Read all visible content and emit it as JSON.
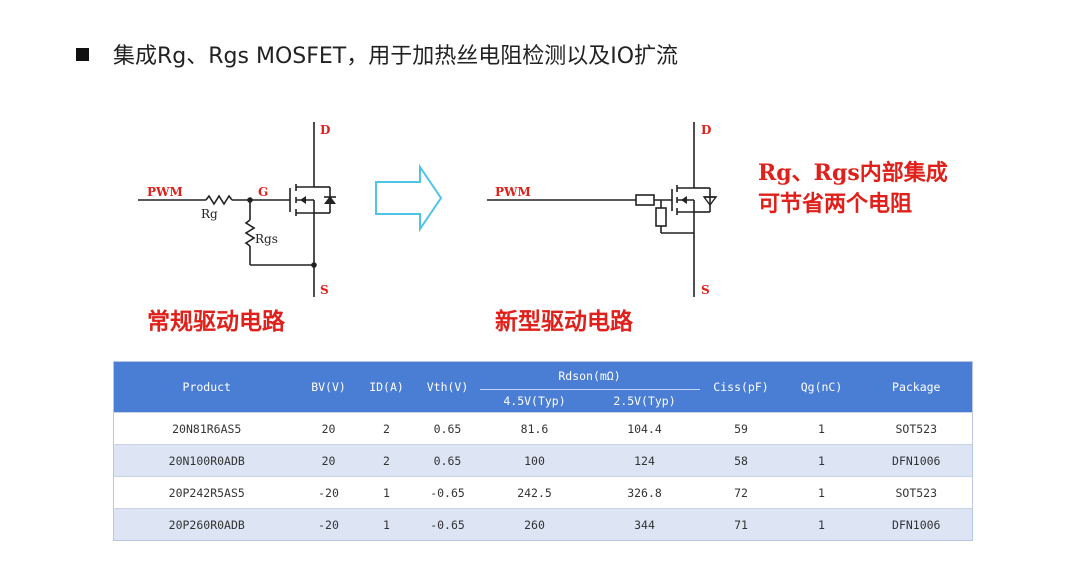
{
  "title": "集成Rg、Rgs MOSFET，用于加热丝电阻检测以及IO扩流",
  "left_circuit": {
    "pwm": "PWM",
    "rg": "Rg",
    "g": "G",
    "rgs": "Rgs",
    "d": "D",
    "s": "S",
    "caption": "常规驱动电路"
  },
  "right_circuit": {
    "pwm": "PWM",
    "d": "D",
    "s": "S",
    "caption": "新型驱动电路"
  },
  "note": {
    "line1": "Rg、Rgs内部集成",
    "line2": "可节省两个电阻"
  },
  "table": {
    "headers": {
      "product": "Product",
      "bv": "BV(V)",
      "id": "ID(A)",
      "vth": "Vth(V)",
      "rdson": "Rdson(mΩ)",
      "rdson_45": "4.5V(Typ)",
      "rdson_25": "2.5V(Typ)",
      "ciss": "Ciss(pF)",
      "qg": "Qg(nC)",
      "package": "Package"
    },
    "rows": [
      [
        "20N81R6AS5",
        "20",
        "2",
        "0.65",
        "81.6",
        "104.4",
        "59",
        "1",
        "SOT523"
      ],
      [
        "20N100R0ADB",
        "20",
        "2",
        "0.65",
        "100",
        "124",
        "58",
        "1",
        "DFN1006"
      ],
      [
        "20P242R5AS5",
        "-20",
        "1",
        "-0.65",
        "242.5",
        "326.8",
        "72",
        "1",
        "SOT523"
      ],
      [
        "20P260R0ADB",
        "-20",
        "1",
        "-0.65",
        "260",
        "344",
        "71",
        "1",
        "DFN1006"
      ]
    ]
  },
  "colors": {
    "caption_red": "#e0201a",
    "arrow": "#4fc3e6",
    "table_header": "#4a7dd4",
    "row_alt": "#dde5f5"
  }
}
